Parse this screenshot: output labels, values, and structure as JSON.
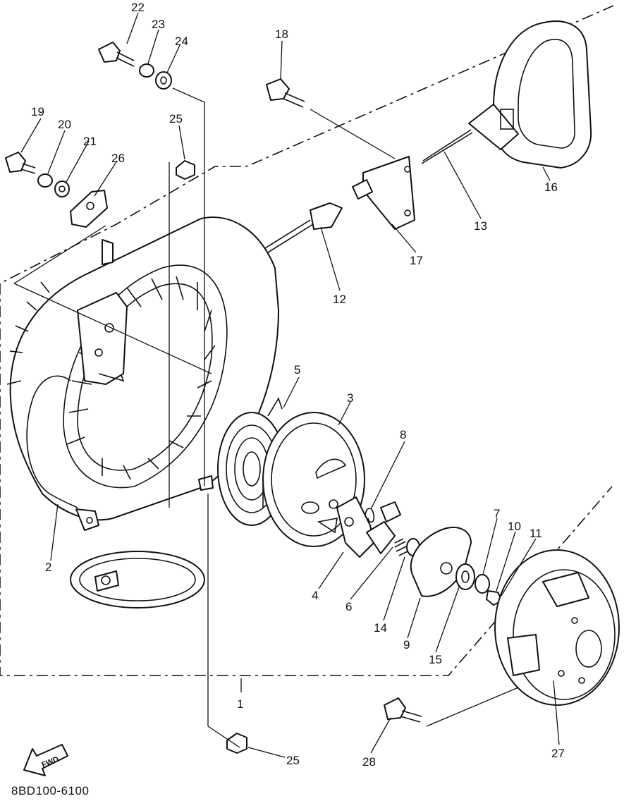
{
  "diagram": {
    "callouts": [
      {
        "id": "1",
        "text": "1"
      },
      {
        "id": "2",
        "text": "2"
      },
      {
        "id": "3",
        "text": "3"
      },
      {
        "id": "4",
        "text": "4"
      },
      {
        "id": "5",
        "text": "5"
      },
      {
        "id": "6",
        "text": "6"
      },
      {
        "id": "7",
        "text": "7"
      },
      {
        "id": "8",
        "text": "8"
      },
      {
        "id": "9",
        "text": "9"
      },
      {
        "id": "10",
        "text": "10"
      },
      {
        "id": "11",
        "text": "11"
      },
      {
        "id": "12",
        "text": "12"
      },
      {
        "id": "13",
        "text": "13"
      },
      {
        "id": "14",
        "text": "14"
      },
      {
        "id": "15",
        "text": "15"
      },
      {
        "id": "16",
        "text": "16"
      },
      {
        "id": "17",
        "text": "17"
      },
      {
        "id": "18",
        "text": "18"
      },
      {
        "id": "19",
        "text": "19"
      },
      {
        "id": "20",
        "text": "20"
      },
      {
        "id": "21",
        "text": "21"
      },
      {
        "id": "22",
        "text": "22"
      },
      {
        "id": "23",
        "text": "23"
      },
      {
        "id": "24",
        "text": "24"
      },
      {
        "id": "25a",
        "text": "25"
      },
      {
        "id": "25b",
        "text": "25"
      },
      {
        "id": "26",
        "text": "26"
      },
      {
        "id": "27",
        "text": "27"
      },
      {
        "id": "28",
        "text": "28"
      }
    ],
    "fwd_label": "FWD",
    "drawing_code": "8BD100-6100"
  }
}
